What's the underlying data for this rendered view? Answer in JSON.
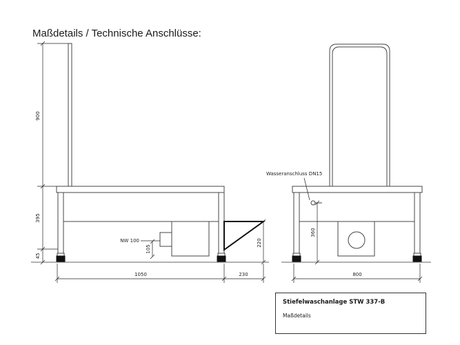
{
  "heading": "Maßdetails / Technische Anschlüsse:",
  "dimensions": {
    "rail_height": "900",
    "frame_height": "395",
    "foot_height": "45",
    "drain_height": "105",
    "ramp_height": "220",
    "inlet_height": "360",
    "length": "1050",
    "ramp_length": "230",
    "width": "800"
  },
  "labels": {
    "drain": "NW 100",
    "water": "Wasseranschluss DN15"
  },
  "title_block": {
    "title": "Stiefelwaschanlage STW 337-B",
    "subtitle": "Maßdetails"
  }
}
